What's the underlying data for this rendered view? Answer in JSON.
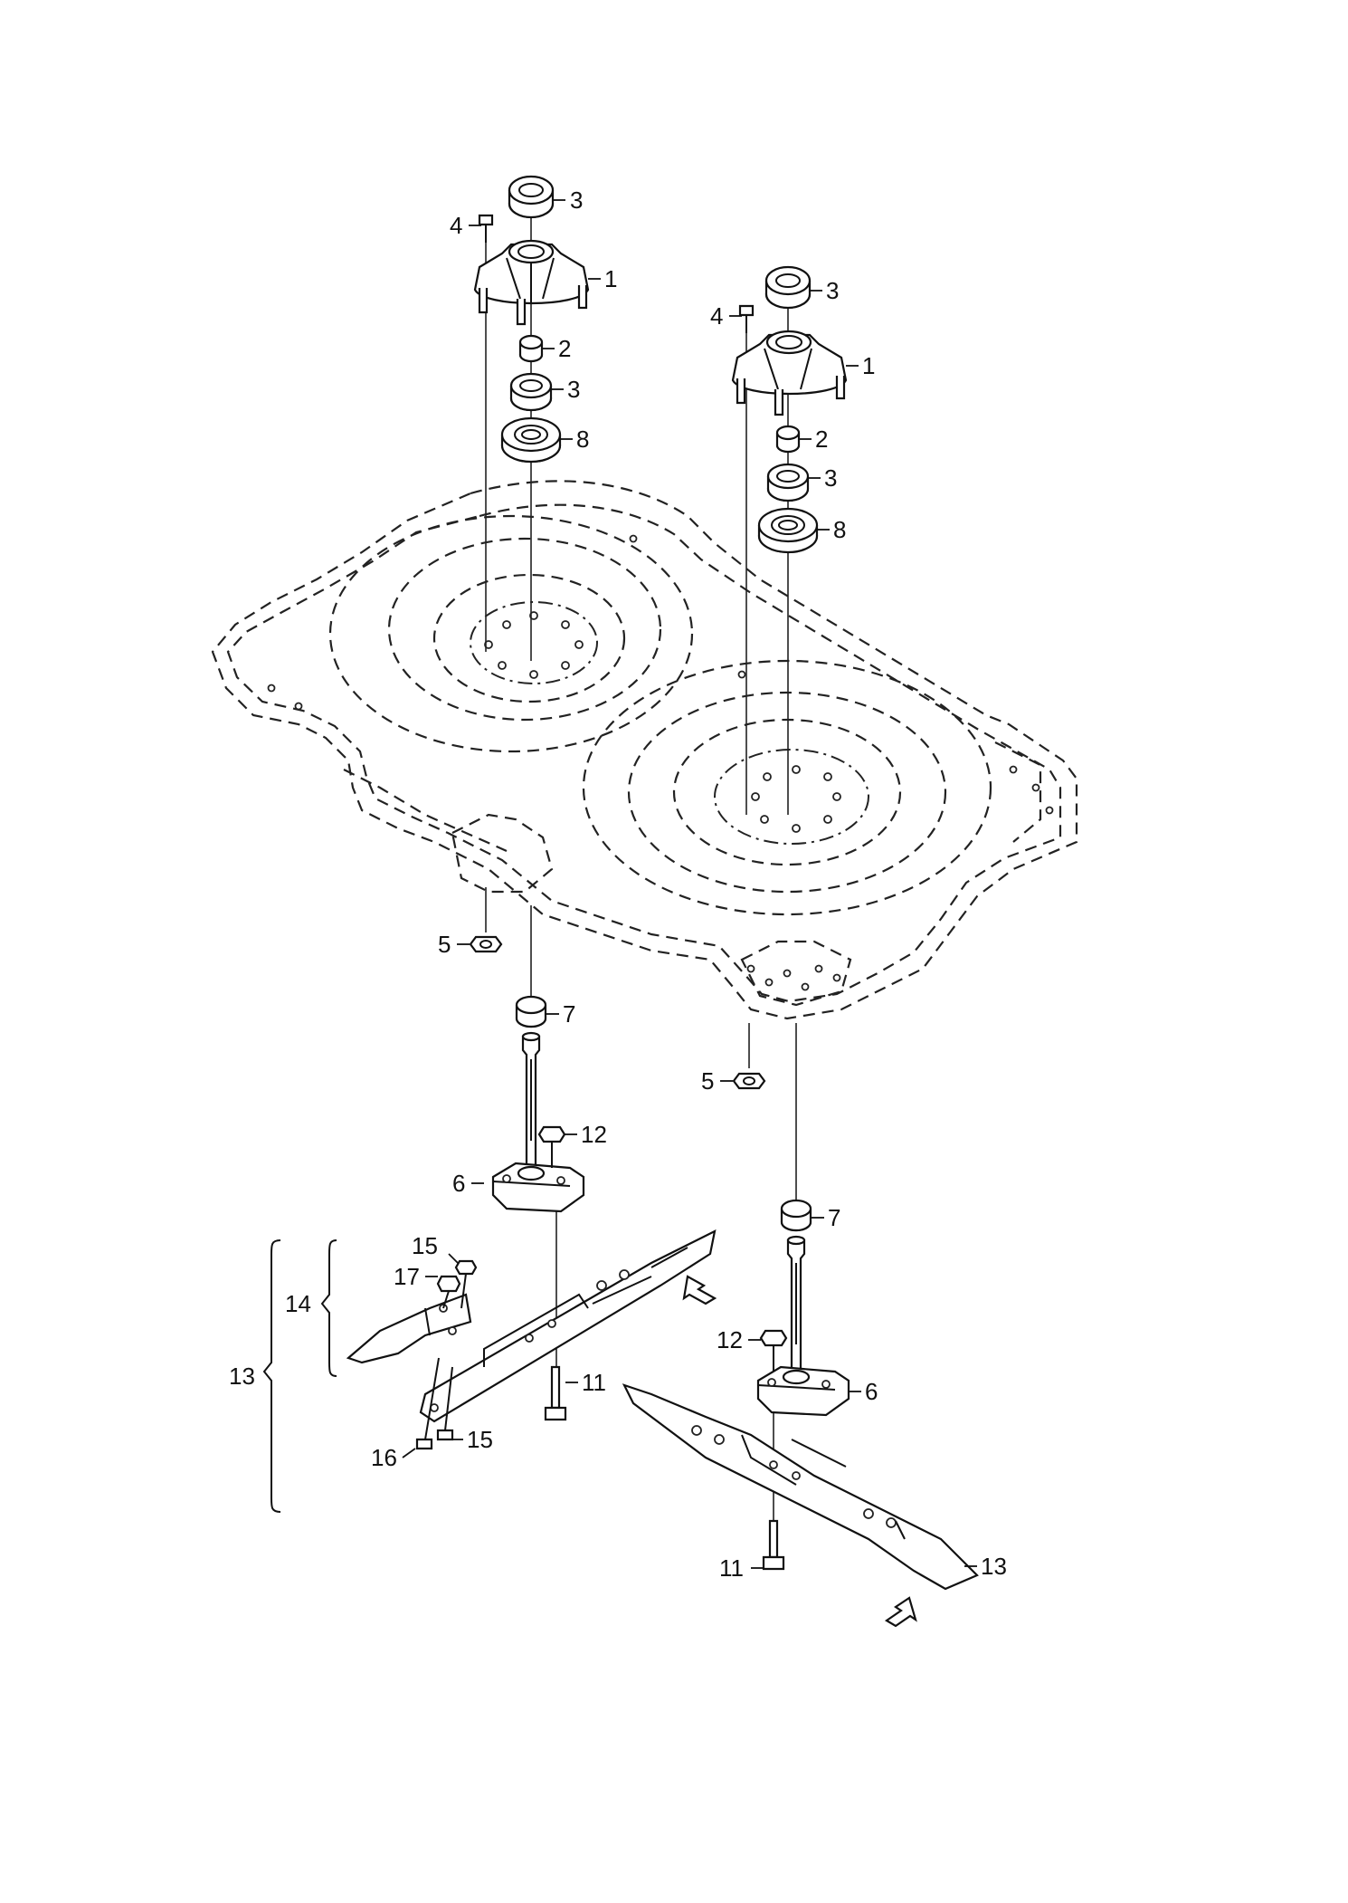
{
  "diagram": {
    "labels": [
      {
        "id": "l-3a",
        "text": "3"
      },
      {
        "id": "l-4a",
        "text": "4"
      },
      {
        "id": "l-1a",
        "text": "1"
      },
      {
        "id": "l-2a",
        "text": "2"
      },
      {
        "id": "l-3b",
        "text": "3"
      },
      {
        "id": "l-8a",
        "text": "8"
      },
      {
        "id": "l-3c",
        "text": "3"
      },
      {
        "id": "l-4b",
        "text": "4"
      },
      {
        "id": "l-1b",
        "text": "1"
      },
      {
        "id": "l-2b",
        "text": "2"
      },
      {
        "id": "l-3d",
        "text": "3"
      },
      {
        "id": "l-8b",
        "text": "8"
      },
      {
        "id": "l-5a",
        "text": "5"
      },
      {
        "id": "l-7a",
        "text": "7"
      },
      {
        "id": "l-5b",
        "text": "5"
      },
      {
        "id": "l-12a",
        "text": "12"
      },
      {
        "id": "l-6a",
        "text": "6"
      },
      {
        "id": "l-7b",
        "text": "7"
      },
      {
        "id": "l-15a",
        "text": "15"
      },
      {
        "id": "l-17",
        "text": "17"
      },
      {
        "id": "l-14",
        "text": "14"
      },
      {
        "id": "l-13a",
        "text": "13"
      },
      {
        "id": "l-11a",
        "text": "11"
      },
      {
        "id": "l-12b",
        "text": "12"
      },
      {
        "id": "l-6b",
        "text": "6"
      },
      {
        "id": "l-16",
        "text": "16"
      },
      {
        "id": "l-15b",
        "text": "15"
      },
      {
        "id": "l-11b",
        "text": "11"
      },
      {
        "id": "l-13b",
        "text": "13"
      }
    ]
  }
}
